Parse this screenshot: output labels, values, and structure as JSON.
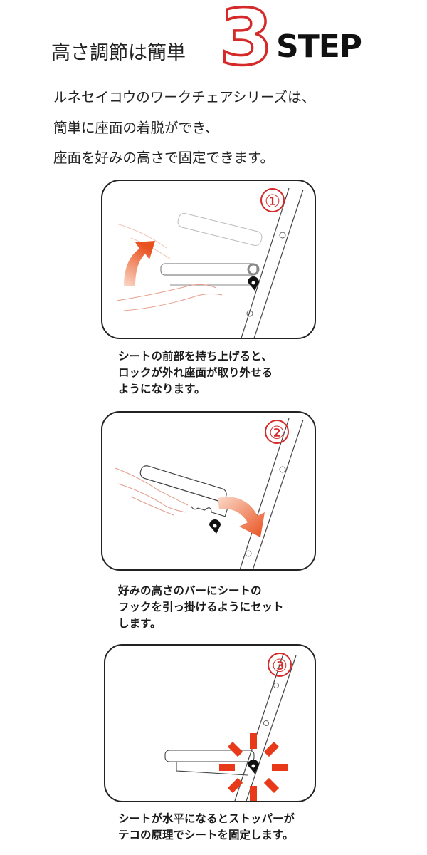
{
  "header": {
    "title_text": "高さ調節は簡単",
    "big_number": "3",
    "step_word": "STEP",
    "accent_color": "#d42a2a"
  },
  "intro": {
    "lines": [
      "ルネセイコウのワークチェアシリーズは、",
      "簡単に座面の着脱ができ、",
      "座面を好みの高さで固定できます。"
    ]
  },
  "steps": [
    {
      "badge": "①",
      "illustration": "lift-seat-front",
      "caption_lines": [
        "シートの前部を持ち上げると、",
        "ロックが外れ座面が取り外せる",
        "ようになります。"
      ]
    },
    {
      "badge": "②",
      "illustration": "hook-seat-on-bar",
      "caption_lines": [
        "好みの高さのバーにシートの",
        "フックを引っ掛けるようにセット",
        "します。"
      ]
    },
    {
      "badge": "③",
      "illustration": "seat-locked-horizontal",
      "caption_lines": [
        "シートが水平になるとストッパーが",
        "テコの原理でシートを固定します。"
      ]
    }
  ],
  "colors": {
    "arrow_orange": "#e8501e",
    "burst_red": "#e83a1a",
    "outline": "#222222",
    "hand_line": "#e59b8a"
  }
}
